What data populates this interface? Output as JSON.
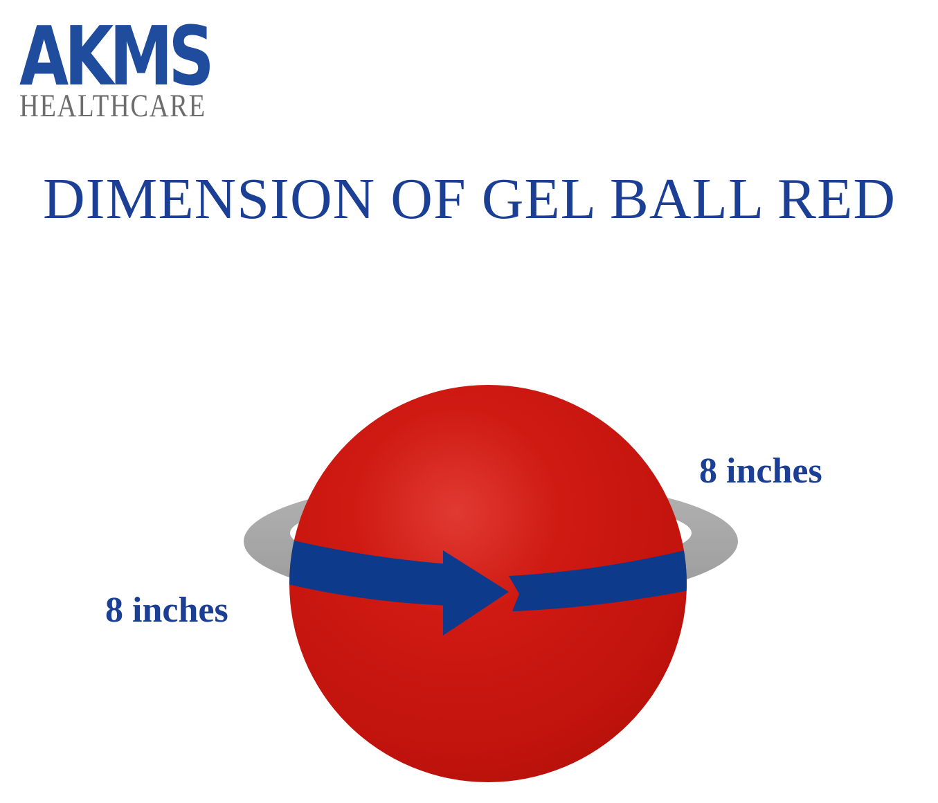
{
  "logo": {
    "brand": "AKMS",
    "subtitle": "HEALTHCARE"
  },
  "title": "DIMENSION OF GEL BALL RED",
  "dimensions": {
    "circumference_label": "8 inches",
    "diameter_label": "8 inches"
  },
  "colors": {
    "brand_blue": "#1f4c9c",
    "ball_red": "#cc1510",
    "band_blue": "#0d3a8a",
    "ring_gray": "#a6a6a6"
  }
}
